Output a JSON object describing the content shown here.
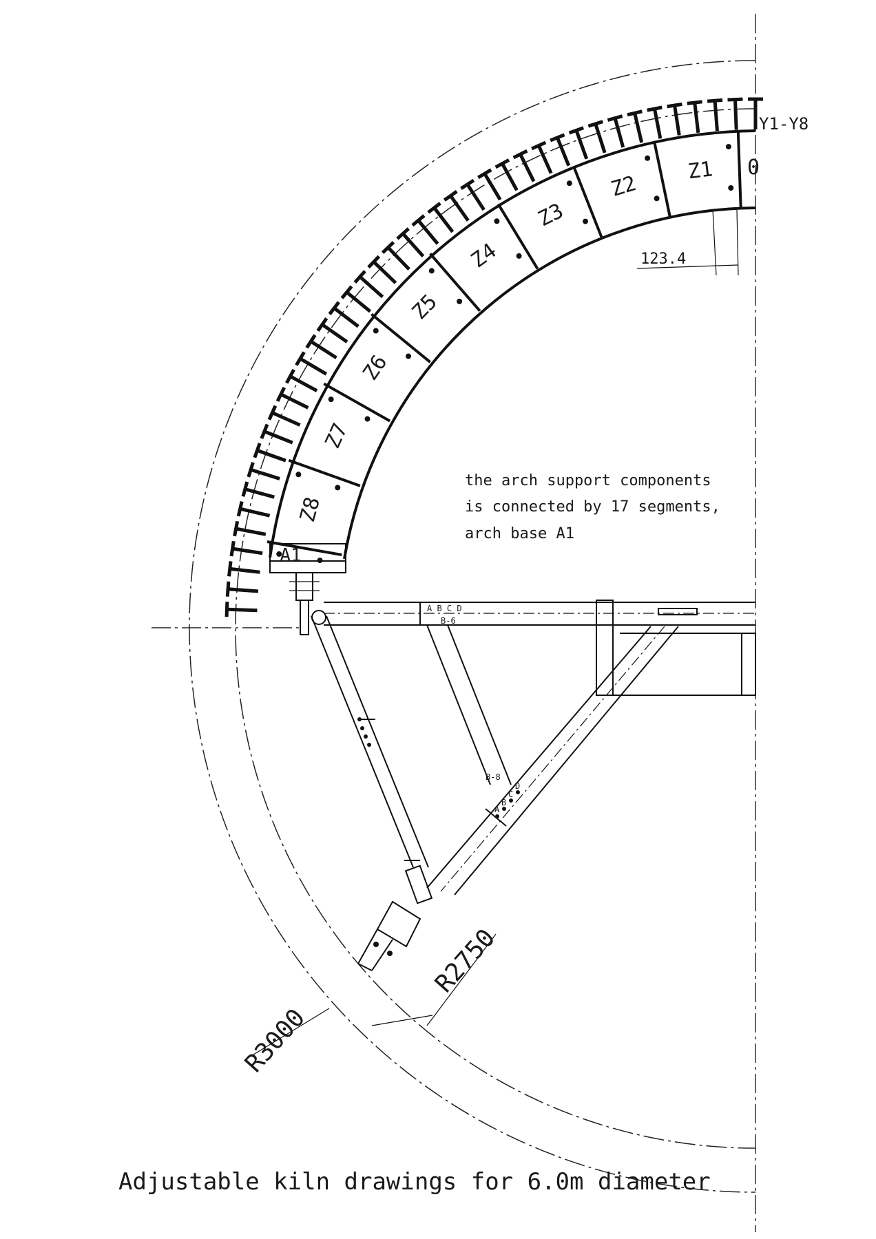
{
  "title": "Adjustable kiln drawings for 6.0m diameter",
  "colors": {
    "ink": "#111111",
    "paper": "#ffffff"
  },
  "labels": {
    "rib_range": "Y1-Y8",
    "zero_mark": "0",
    "dim_small": "123.4",
    "arch_base": "A1",
    "radius_outer": "R3000",
    "radius_inner": "R2750"
  },
  "note": {
    "line1": "the arch support components",
    "line2": "is connected by 17 segments,",
    "line3": "arch base A1"
  },
  "segments": [
    "Z1",
    "Z2",
    "Z3",
    "Z4",
    "Z5",
    "Z6",
    "Z7",
    "Z8"
  ],
  "beam_labels": {
    "holes_top": "A B C D",
    "beam_top": "B-6",
    "beam_diag": "B-8",
    "hole_a": "A",
    "hole_b": "B",
    "hole_c": "C",
    "hole_d": "D"
  }
}
